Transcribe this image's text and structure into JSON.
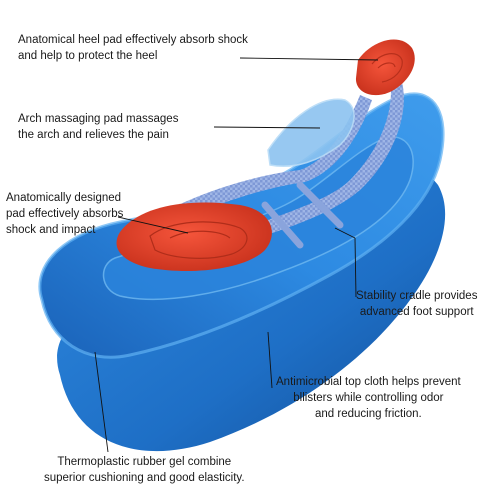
{
  "callouts": {
    "heel_pad": [
      "Anatomical heel pad effectively absorb shock",
      "and help to protect the heel"
    ],
    "arch_pad": [
      "Arch massaging pad massages",
      "the arch and relieves the pain"
    ],
    "forefoot_pad": [
      "Anatomically designed",
      "pad effectively absorbs",
      "shock and impact"
    ],
    "stability_cradle": [
      "Stability cradle provides",
      "advanced foot support"
    ],
    "top_cloth": [
      "Antimicrobial top cloth helps prevent",
      "bllisters while controlling odor",
      "and reducing friction."
    ],
    "gel": [
      "Thermoplastic rubber gel combine",
      "superior cushioning and good elasticity."
    ]
  },
  "colors": {
    "insole_blue": "#1e78d2",
    "insole_dark": "#0d4f9e",
    "pad_red": "#e8412a",
    "cradle_check": "#8fa9e0",
    "arch_gel": "#7db4e8",
    "leader_line": "#111111"
  }
}
